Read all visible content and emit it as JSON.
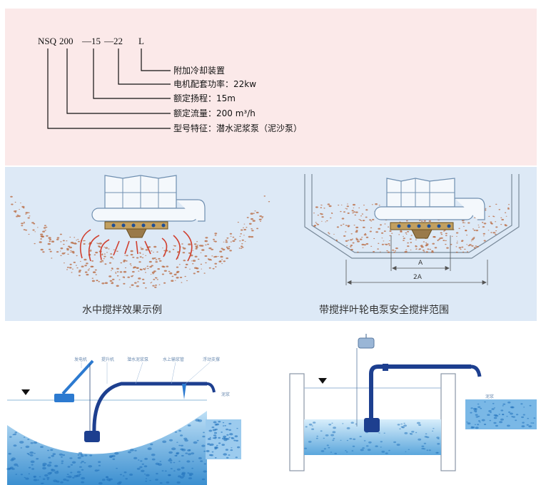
{
  "model_code": {
    "segments": [
      "NSQ",
      "200",
      "—15",
      "—22",
      "L"
    ],
    "explanations": [
      "附加冷却装置",
      "电机配套功率：22kw",
      "额定扬程：15m",
      "额定流量：200 m³/h",
      "型号特征：潜水泥浆泵（泥沙泵）"
    ]
  },
  "stirring": {
    "left_caption": "水中搅拌效果示例",
    "right_caption": "带搅拌叶轮电泵安全搅拌范围",
    "dim_a": "A",
    "dim_2a": "2A"
  },
  "installation": {
    "left_labels": [
      "发电机",
      "提升机",
      "潜水泥浆泵",
      "水上输浆管",
      "浮动支撑"
    ],
    "left_outlet": "泥浆",
    "right_outlet": "泥浆"
  },
  "colors": {
    "code_bg": "#fbe9e9",
    "stir_bg": "#dde9f6",
    "sediment": "#b7643a",
    "water": "#3f9ad6"
  }
}
